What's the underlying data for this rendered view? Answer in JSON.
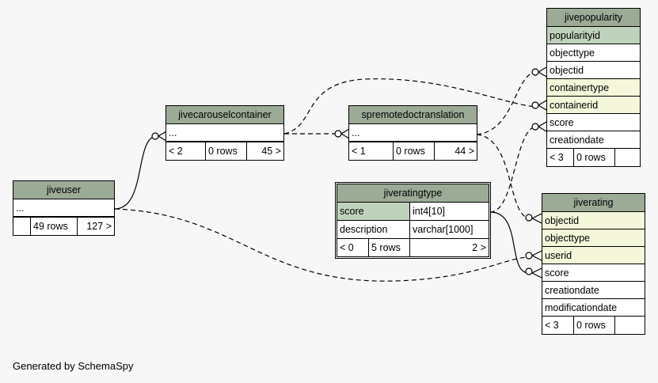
{
  "diagram": {
    "generated_by": "Generated by SchemaSpy",
    "tables": {
      "jiveuser": {
        "name": "jiveuser",
        "rows": [
          "..."
        ],
        "footer": [
          "",
          "49 rows",
          "127 >"
        ]
      },
      "jivecarouselcontainer": {
        "name": "jivecarouselcontainer",
        "rows": [
          "..."
        ],
        "footer": [
          "< 2",
          "0 rows",
          "45 >"
        ]
      },
      "spremotedoctranslation": {
        "name": "spremotedoctranslation",
        "rows": [
          "..."
        ],
        "footer": [
          "< 1",
          "0 rows",
          "44 >"
        ]
      },
      "jiveratingtype": {
        "name": "jiveratingtype",
        "rows": [
          {
            "name": "score",
            "type": "int4[10]"
          },
          {
            "name": "description",
            "type": "varchar[1000]"
          }
        ],
        "footer": [
          "< 0",
          "5 rows",
          "2 >"
        ]
      },
      "jivepopularity": {
        "name": "jivepopularity",
        "rows": [
          "popularityid",
          "objecttype",
          "objectid",
          "containertype",
          "containerid",
          "score",
          "creationdate"
        ],
        "footer": [
          "< 3",
          "0 rows",
          ""
        ]
      },
      "jiverating": {
        "name": "jiverating",
        "rows": [
          "objectid",
          "objecttype",
          "userid",
          "score",
          "creationdate",
          "modificationdate"
        ],
        "footer": [
          "< 3",
          "0 rows",
          ""
        ]
      }
    }
  }
}
